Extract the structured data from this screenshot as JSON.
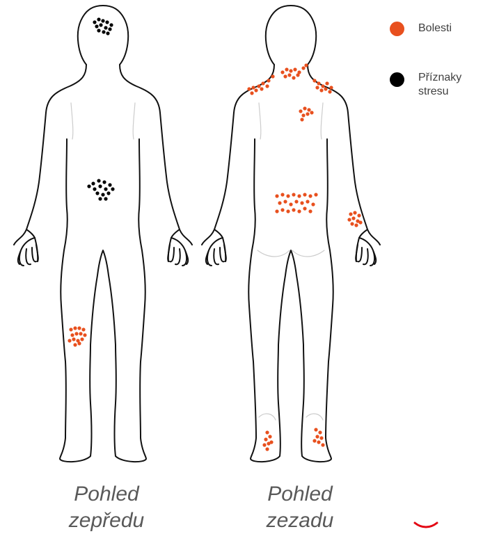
{
  "legend": {
    "pain": {
      "label": "Bolesti",
      "color": "#e8501e"
    },
    "stress": {
      "label": "Příznaky\nstresu",
      "color": "#000000"
    }
  },
  "views": {
    "front": {
      "caption_line1": "Pohled",
      "caption_line2": "zepředu"
    },
    "back": {
      "caption_line1": "Pohled",
      "caption_line2": "zezadu"
    }
  },
  "colors": {
    "outline": "#111111",
    "subtle_line": "#cccccc",
    "accent_mark": "#e30613"
  }
}
